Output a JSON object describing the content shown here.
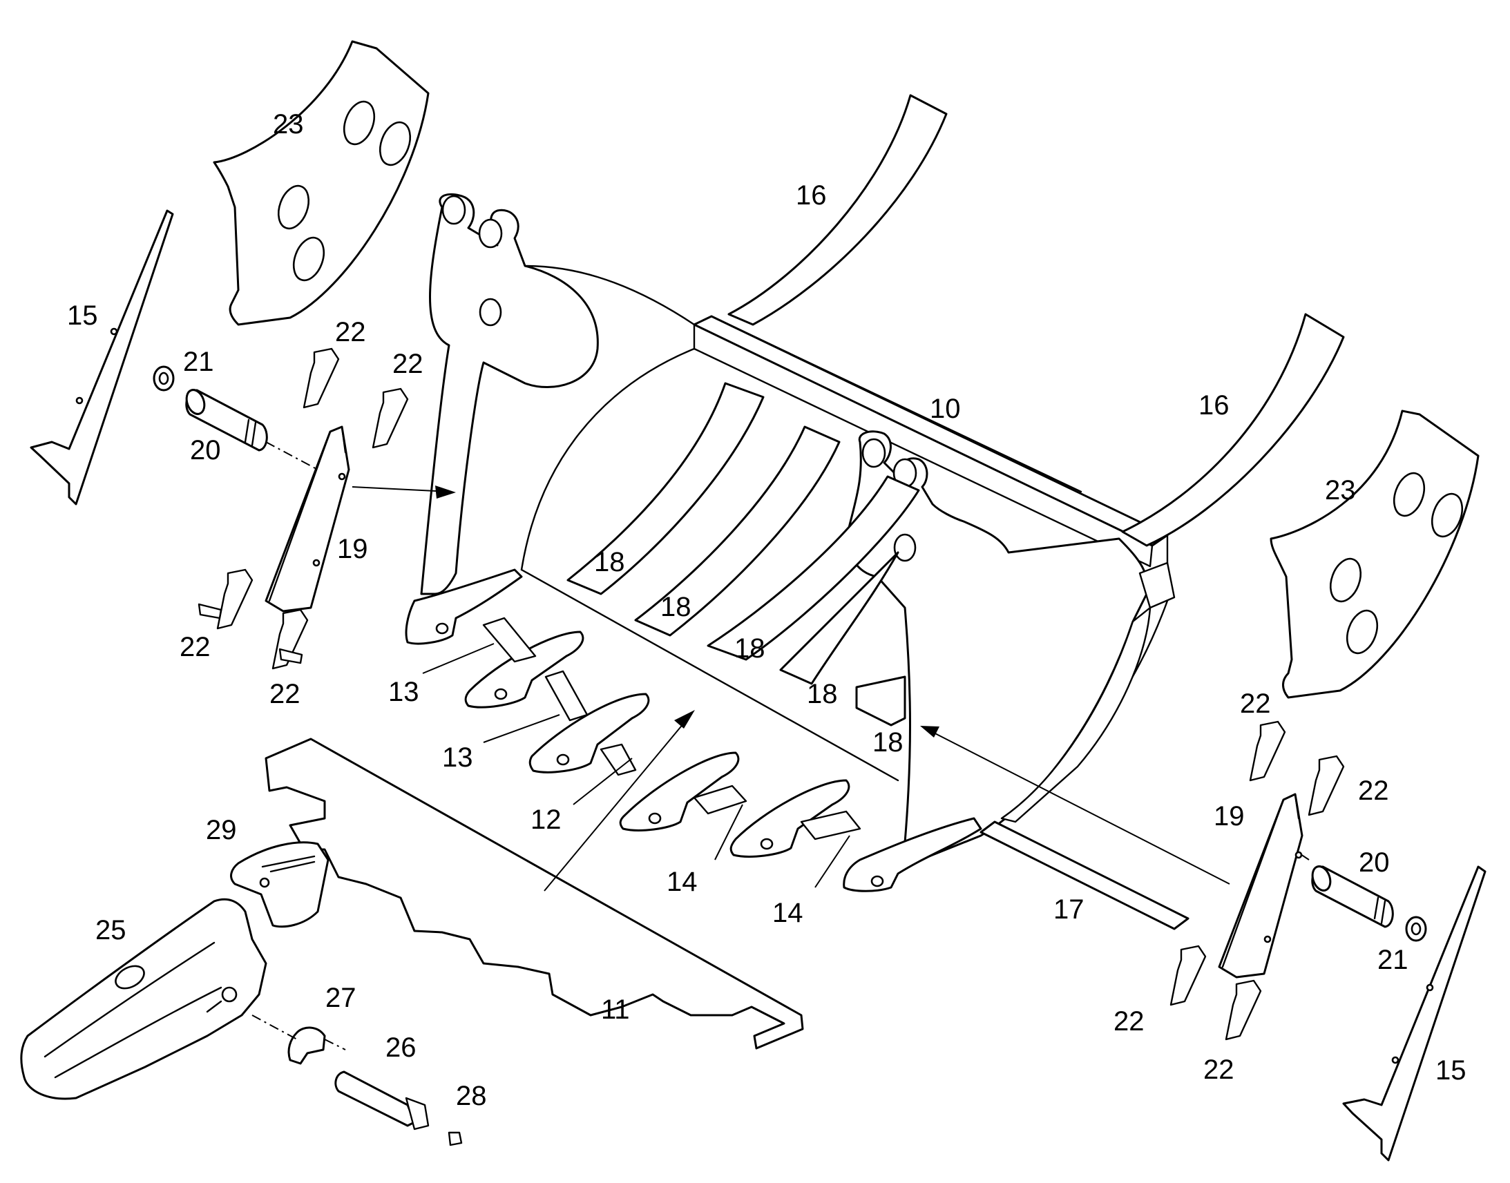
{
  "callouts": [
    {
      "id": "c23a",
      "text": "23"
    },
    {
      "id": "c15a",
      "text": "15"
    },
    {
      "id": "c21a",
      "text": "21"
    },
    {
      "id": "c22a",
      "text": "22"
    },
    {
      "id": "c22b",
      "text": "22"
    },
    {
      "id": "c20a",
      "text": "20"
    },
    {
      "id": "c19a",
      "text": "19"
    },
    {
      "id": "c22c",
      "text": "22"
    },
    {
      "id": "c22d",
      "text": "22"
    },
    {
      "id": "c16a",
      "text": "16"
    },
    {
      "id": "c16b",
      "text": "16"
    },
    {
      "id": "c10",
      "text": "10"
    },
    {
      "id": "c23b",
      "text": "23"
    },
    {
      "id": "c18a",
      "text": "18"
    },
    {
      "id": "c18b",
      "text": "18"
    },
    {
      "id": "c18c",
      "text": "18"
    },
    {
      "id": "c18d",
      "text": "18"
    },
    {
      "id": "c18e",
      "text": "18"
    },
    {
      "id": "c13a",
      "text": "13"
    },
    {
      "id": "c13b",
      "text": "13"
    },
    {
      "id": "c12",
      "text": "12"
    },
    {
      "id": "c14a",
      "text": "14"
    },
    {
      "id": "c14b",
      "text": "14"
    },
    {
      "id": "c22e",
      "text": "22"
    },
    {
      "id": "c19b",
      "text": "19"
    },
    {
      "id": "c22f",
      "text": "22"
    },
    {
      "id": "c20b",
      "text": "20"
    },
    {
      "id": "c17",
      "text": "17"
    },
    {
      "id": "c21b",
      "text": "21"
    },
    {
      "id": "c22g",
      "text": "22"
    },
    {
      "id": "c22h",
      "text": "22"
    },
    {
      "id": "c15b",
      "text": "15"
    },
    {
      "id": "c29",
      "text": "29"
    },
    {
      "id": "c25",
      "text": "25"
    },
    {
      "id": "c27",
      "text": "27"
    },
    {
      "id": "c26",
      "text": "26"
    },
    {
      "id": "c28",
      "text": "28"
    },
    {
      "id": "c11",
      "text": "11"
    }
  ]
}
